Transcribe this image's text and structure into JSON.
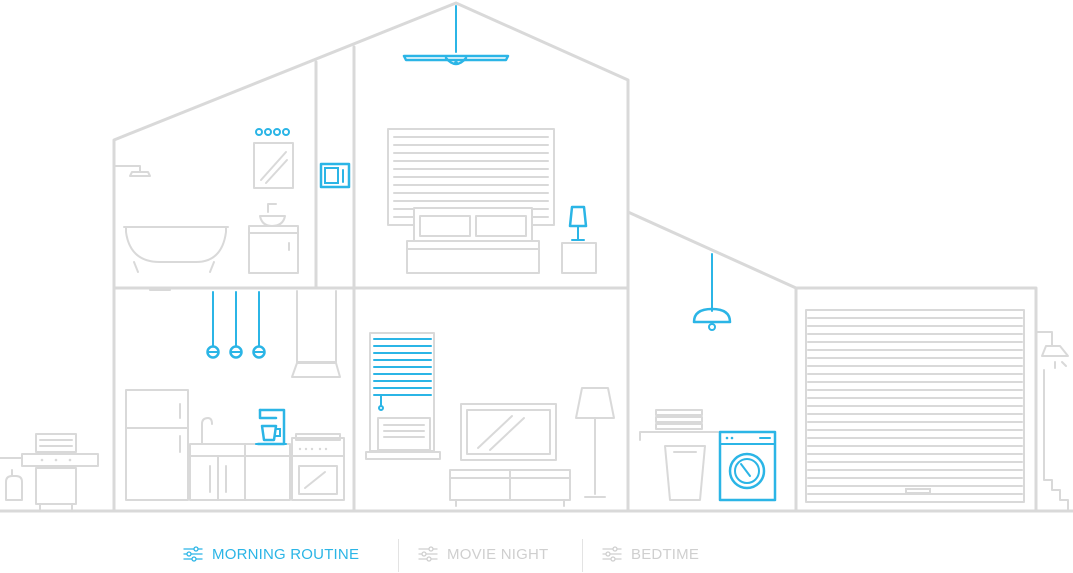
{
  "colors": {
    "active": "#2bb5e6",
    "inactive": "#cfcfcf",
    "outline": "#d9d9d9"
  },
  "scene": {
    "active_devices": [
      "ceiling-fan",
      "wall-thermostat",
      "bathroom-light-dots",
      "kitchen-pendant-lights",
      "coffee-maker",
      "bedside-lamp",
      "window-blinds",
      "laundry-pendant-lamp",
      "washing-machine"
    ]
  },
  "tabs": [
    {
      "label": "MORNING ROUTINE",
      "active": true,
      "icon": "sliders-icon"
    },
    {
      "label": "MOVIE NIGHT",
      "active": false,
      "icon": "sliders-icon"
    },
    {
      "label": "BEDTIME",
      "active": false,
      "icon": "sliders-icon"
    }
  ]
}
